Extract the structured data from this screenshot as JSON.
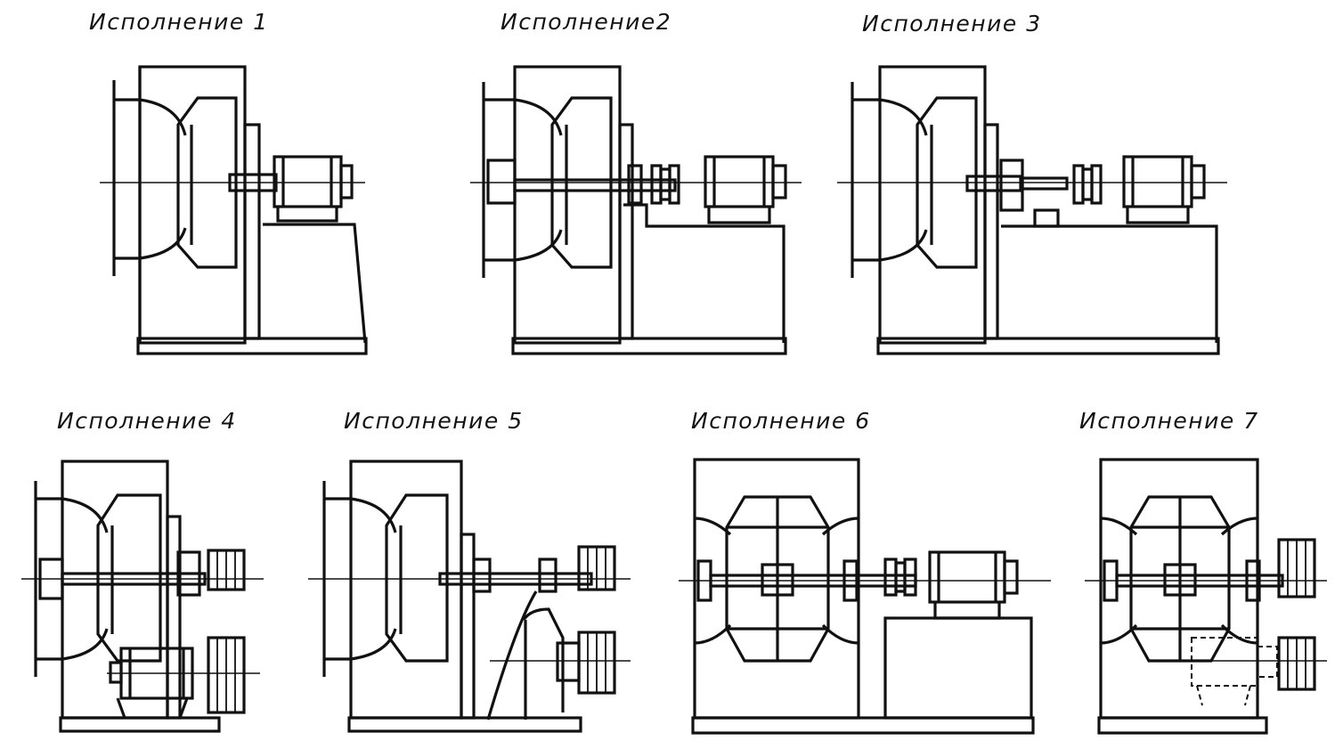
{
  "variants": [
    {
      "label": "Исполнение 1"
    },
    {
      "label": "Исполнение2"
    },
    {
      "label": "Исполнение 3"
    },
    {
      "label": "Исполнение 4"
    },
    {
      "label": "Исполнение 5"
    },
    {
      "label": "Исполнение 6"
    },
    {
      "label": "Исполнение 7"
    }
  ]
}
